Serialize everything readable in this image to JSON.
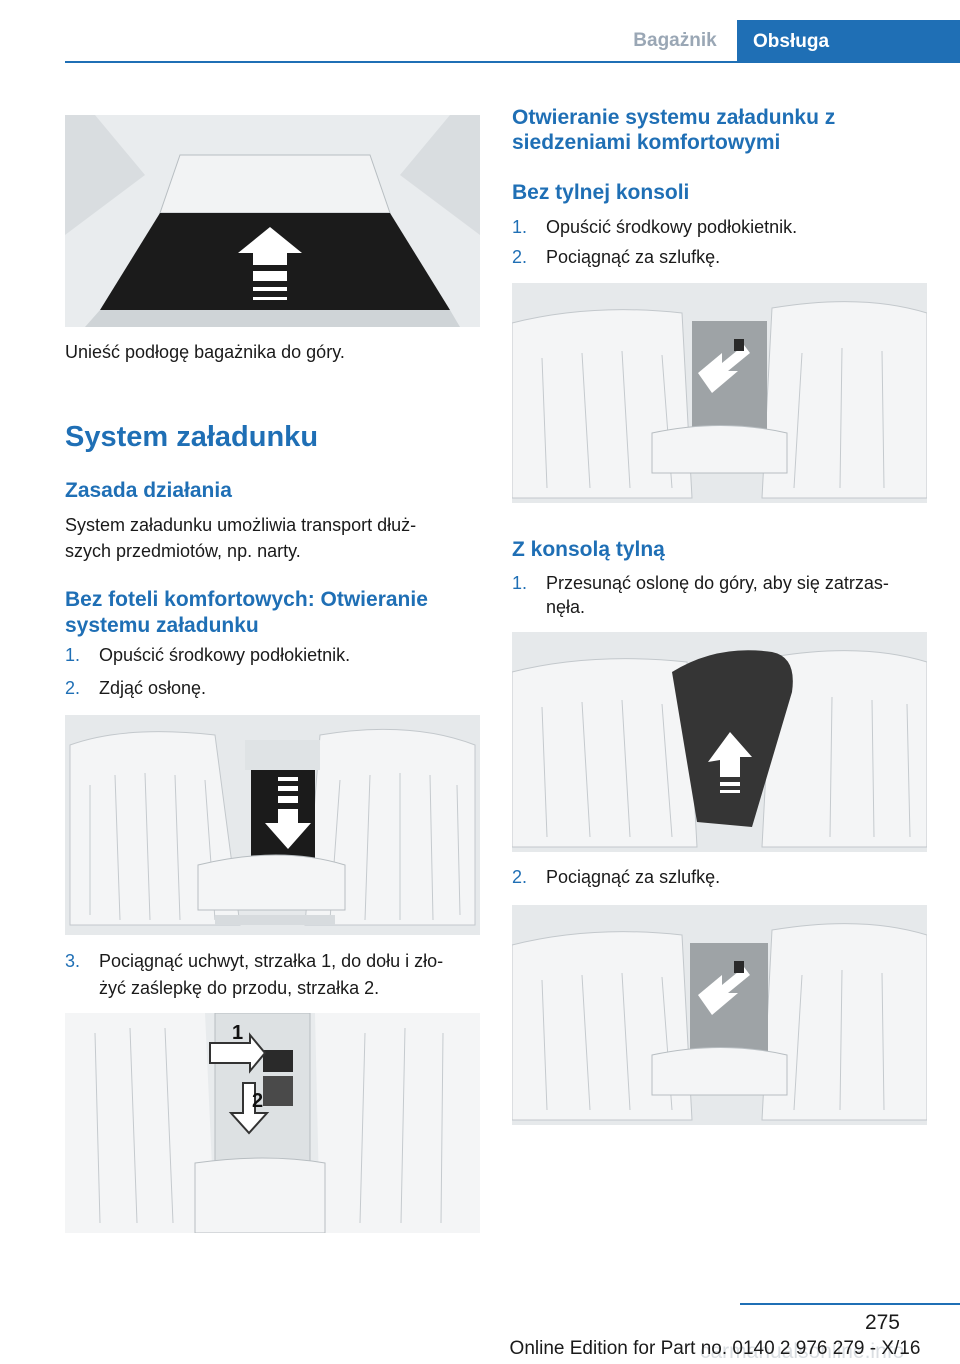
{
  "header": {
    "tab_inactive": "Bagażnik",
    "tab_active": "Obsługa"
  },
  "left": {
    "caption_floor": "Unieść podłogę bagażnika do góry.",
    "section_title": "System załadunku",
    "principle_heading": "Zasada działania",
    "principle_text_1": "System załadunku umożliwia transport dłuż‐",
    "principle_text_2": "szych przedmiotów, np. narty.",
    "no_comfort_heading_1": "Bez foteli komfortowych: Otwieranie",
    "no_comfort_heading_2": "systemu załadunku",
    "steps": [
      {
        "num": "1.",
        "text": "Opuścić środkowy podłokietnik."
      },
      {
        "num": "2.",
        "text": "Zdjąć osłonę."
      }
    ],
    "step3": {
      "num": "3.",
      "line1": "Pociągnąć uchwyt, strzałka 1, do dołu i zło‐",
      "line2": "żyć zaślepkę do przodu, strzałka 2."
    },
    "callout_1": "1",
    "callout_2": "2"
  },
  "right": {
    "heading_1": "Otwieranie systemu załadunku z",
    "heading_2": "siedzeniami komfortowymi",
    "no_rear_console": "Bez tylnej konsoli",
    "steps_a": [
      {
        "num": "1.",
        "text": "Opuścić środkowy podłokietnik."
      },
      {
        "num": "2.",
        "text": "Pociągnąć za szlufkę."
      }
    ],
    "with_rear_console": "Z konsolą tylną",
    "step_b1": {
      "num": "1.",
      "line1": "Przesunąć oslonę do góry, aby się zatrzas‐",
      "line2": "nęła."
    },
    "step_b2": {
      "num": "2.",
      "text": "Pociągnąć za szlufkę."
    }
  },
  "footer": {
    "page_number": "275",
    "edition": "Online Edition for Part no. 0140 2 976 279 - X/16",
    "watermark": "carmanualsonline.info"
  },
  "colors": {
    "accent": "#1f6fb5",
    "figure_bg": "#e7ebec",
    "dark_panel": "#1b1b1b"
  }
}
